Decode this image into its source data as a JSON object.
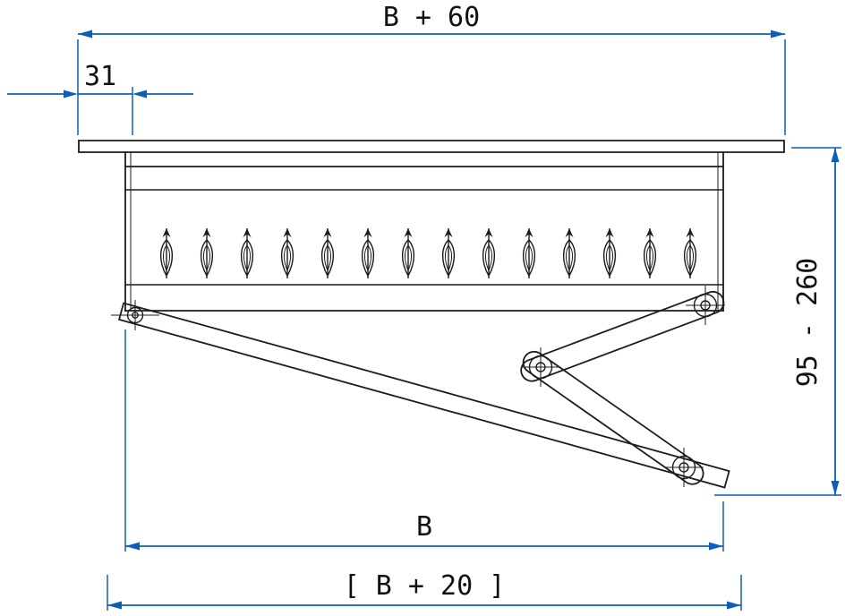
{
  "drawing": {
    "kind": "technical-dimension-drawing",
    "background": "#ffffff",
    "line_color": "#1c1c1c",
    "dimension_color": "#0d5eb8",
    "text_color": "#111111"
  },
  "dimensions": {
    "top_width": {
      "label": "B + 60"
    },
    "left_offset": {
      "label": "31"
    },
    "right_height": {
      "label": "95 - 260"
    },
    "bottom_width": {
      "label": "B"
    },
    "bottom_opening": {
      "label": "[ B + 20 ]"
    }
  },
  "part": {
    "brush_clip_count": 14,
    "pivot_count": 4
  }
}
